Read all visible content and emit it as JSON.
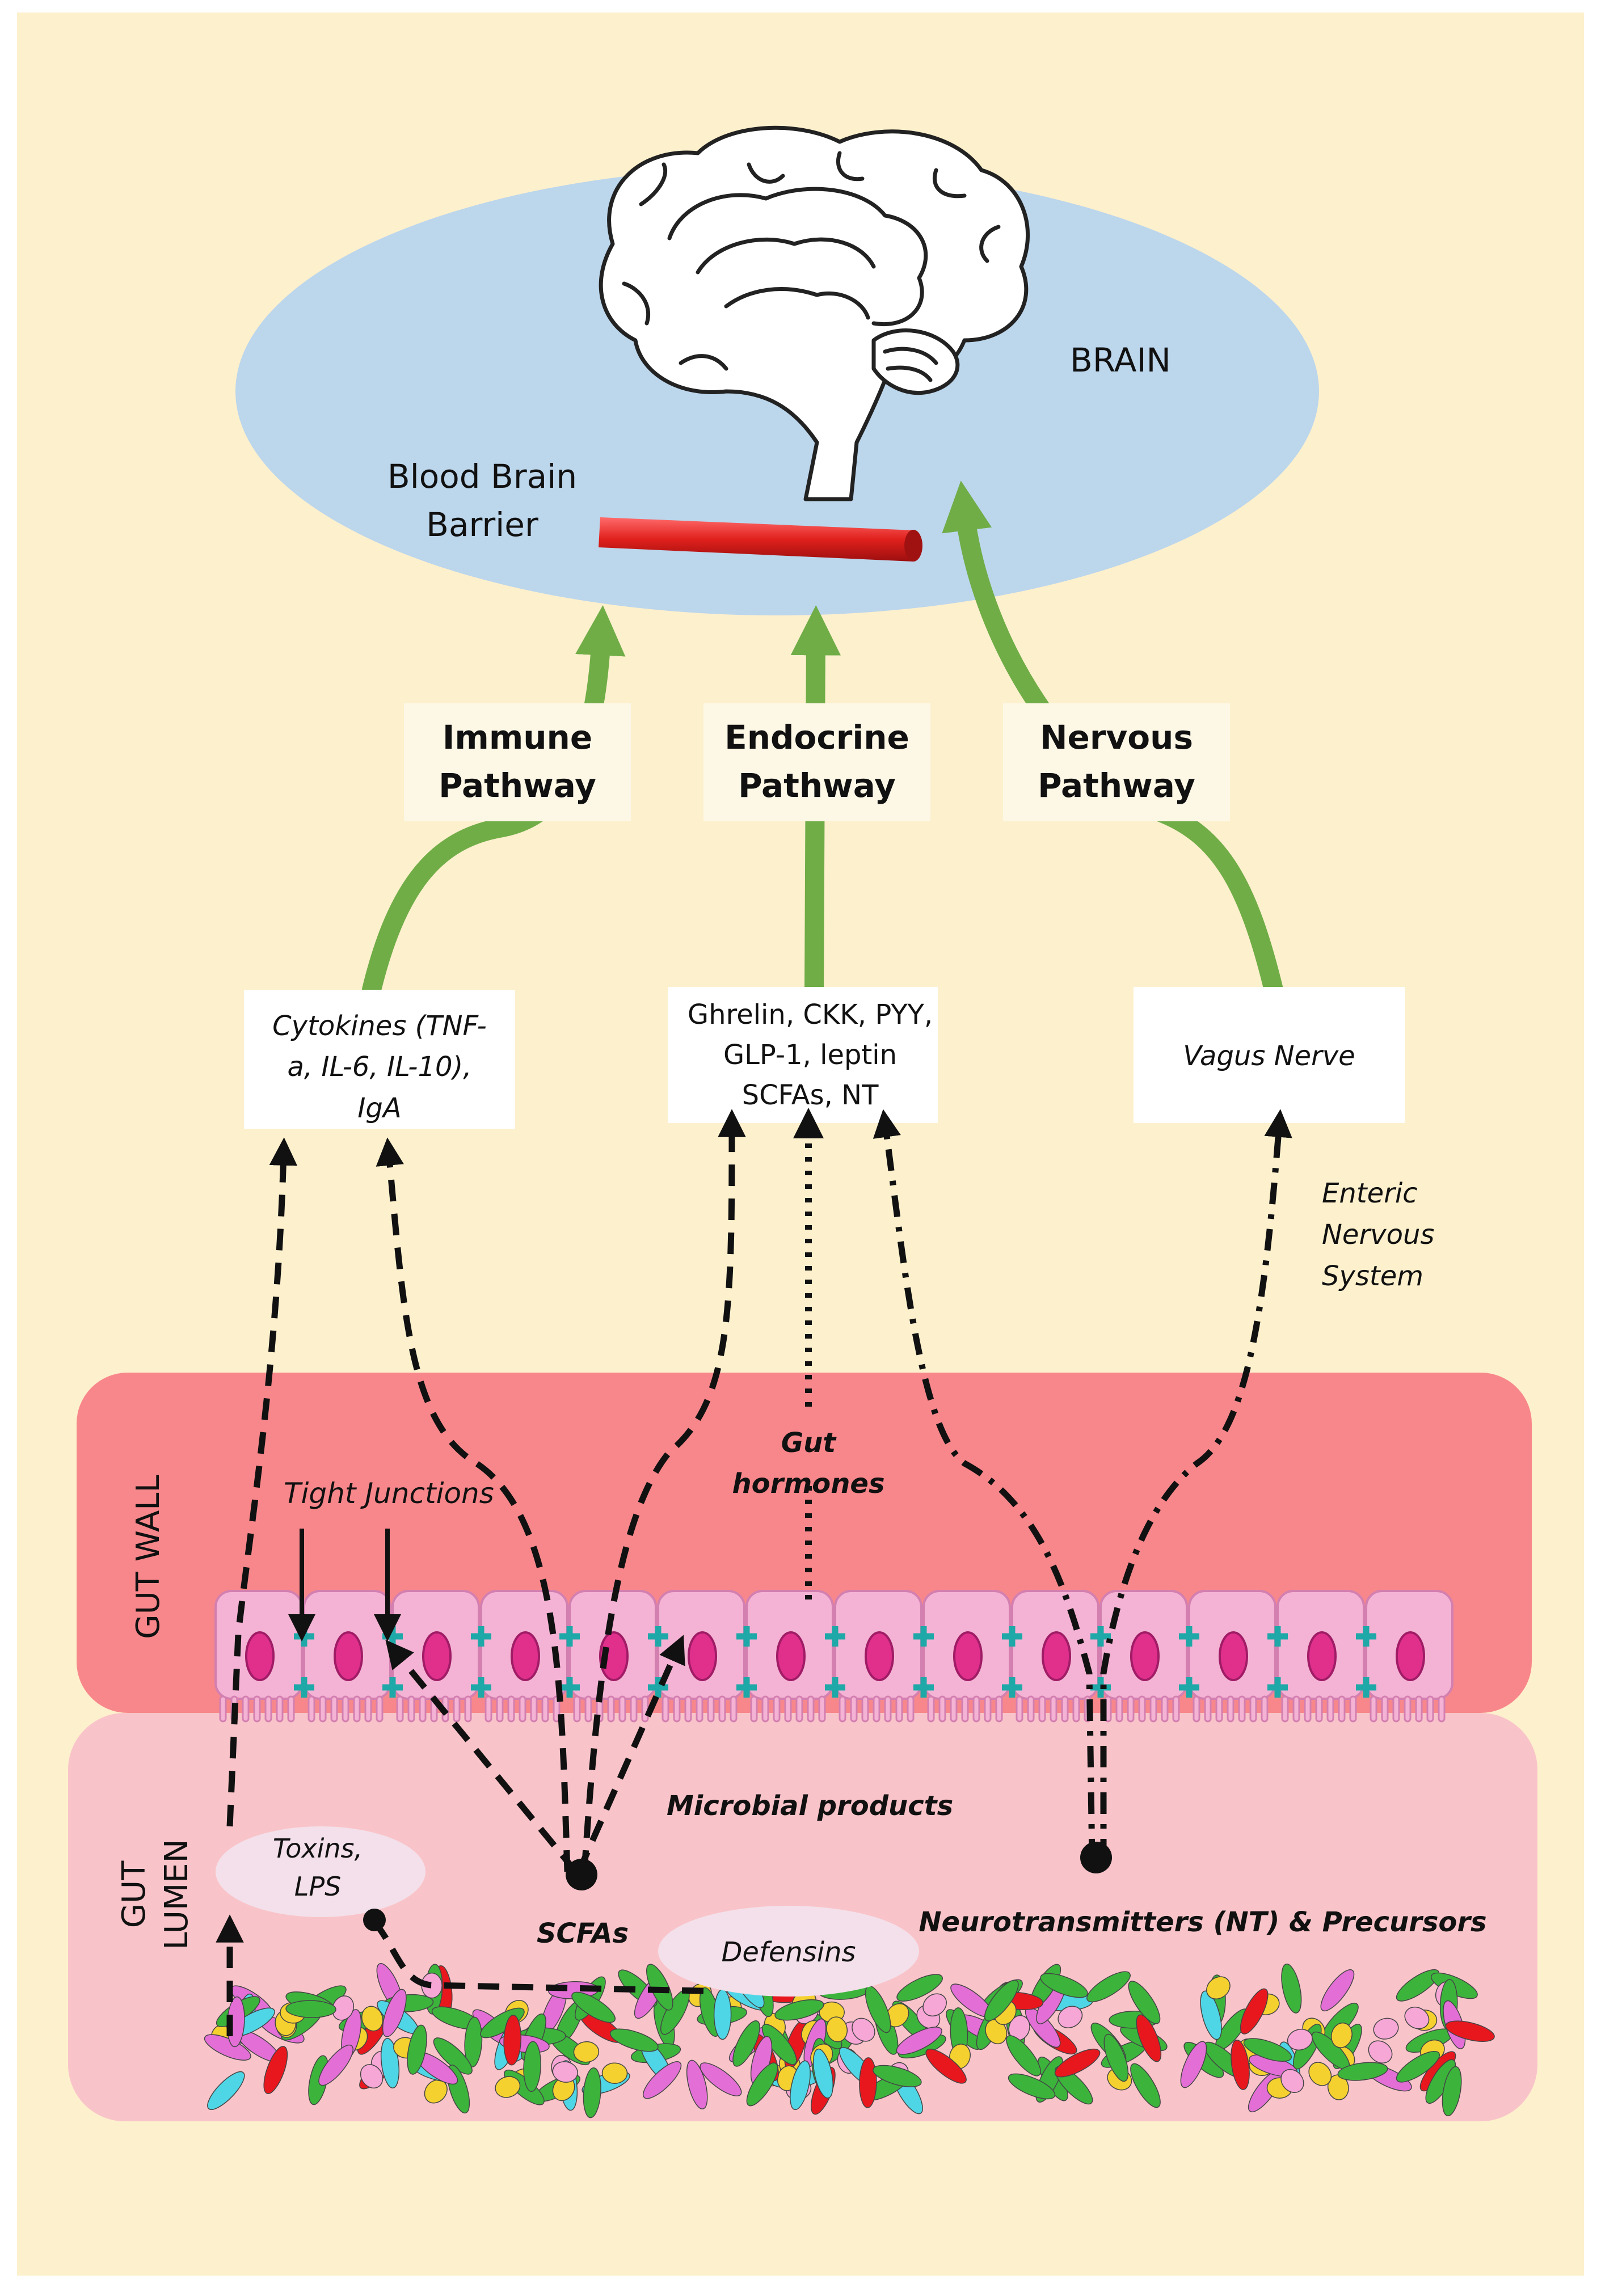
{
  "labels": {
    "brain": "BRAIN",
    "bbb_line1": "Blood Brain",
    "bbb_line2": "Barrier",
    "immune_l1": "Immune",
    "immune_l2": "Pathway",
    "endocrine_l1": "Endocrine",
    "endocrine_l2": "Pathway",
    "nervous_l1": "Nervous",
    "nervous_l2": "Pathway",
    "cytokines_l1": "Cytokines (TNF-",
    "cytokines_l2": "a, IL-6, IL-10),",
    "cytokines_l3": "IgA",
    "hormones_l1": "Ghrelin, CKK, PYY,",
    "hormones_l2": "GLP-1, leptin",
    "hormones_l3": "SCFAs, NT",
    "vagus": "Vagus Nerve",
    "ens_l1": "Enteric",
    "ens_l2": "Nervous",
    "ens_l3": "System",
    "gut_hormones_l1": "Gut",
    "gut_hormones_l2": "hormones",
    "tight_junctions": "Tight Junctions",
    "gut_wall": "GUT WALL",
    "gut_lumen_l1": "GUT",
    "gut_lumen_l2": "LUMEN",
    "microbial_products": "Microbial products",
    "toxins_l1": "Toxins,",
    "toxins_l2": "LPS",
    "scfas": "SCFAs",
    "defensins": "Defensins",
    "neurotransmitters": "Neurotransmitters (NT) & Precursors"
  },
  "colors": {
    "background": "#fdf0cd",
    "brain_ellipse": "#bcd6ec",
    "bbb_bar": "#e0201c",
    "pathway_arrow": "#70ad47",
    "gut_wall": "#f8878b",
    "gut_lumen": "#f9c4c9",
    "cell": "#f4b3d4",
    "nucleus": "#e0308c",
    "tight_junction": "#1fa8a8"
  }
}
